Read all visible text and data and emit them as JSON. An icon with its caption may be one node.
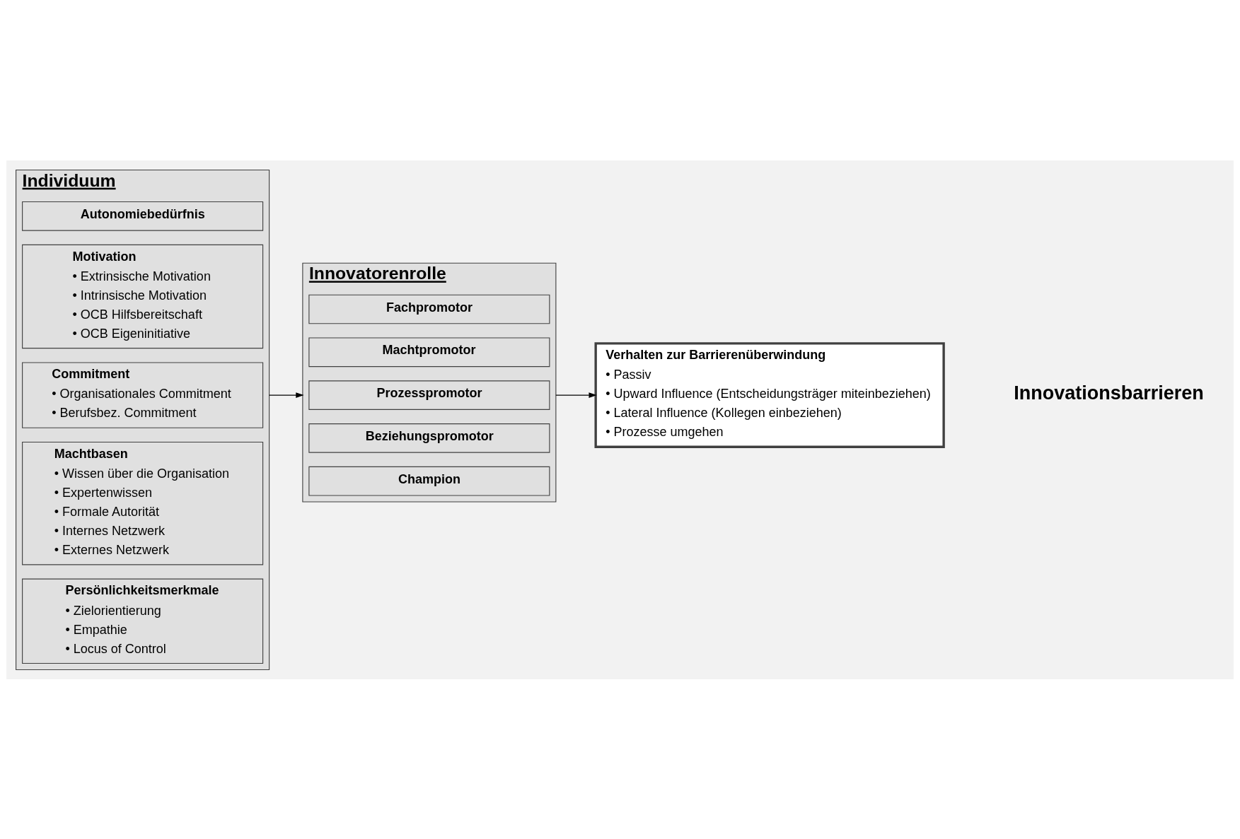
{
  "diagram": {
    "nodes": [
      {
        "text": [
          "Individuum"
        ]
      },
      {
        "text": [
          "Autonomiebedürfnis"
        ],
        "in": 0
      },
      {
        "text": [
          "Motivation",
          "• Extrinsische Motivation",
          "• Intrinsische Motivation",
          "• OCB Hilfsbereitschaft",
          "• OCB Eigeninitiative"
        ],
        "in": 0
      },
      {
        "text": [
          "Commitment",
          "• Organisationales Commitment",
          "• Berufsbez. Commitment"
        ],
        "in": 0
      },
      {
        "text": [
          "Machtbasen",
          "• Wissen über die Organisation",
          "• Expertenwissen",
          "• Formale Autorität",
          "• Internes Netzwerk",
          "• Externes Netzwerk"
        ],
        "in": 0
      },
      {
        "text": [
          "Persönlichkeitsmerkmale",
          "• Zielorientierung",
          "• Empathie",
          "• Locus of Control"
        ],
        "in": 0
      },
      {
        "text": [
          "Innovatorenrolle"
        ]
      },
      {
        "text": [
          "Fachpromotor"
        ],
        "in": 6
      },
      {
        "text": [
          "Machtpromotor"
        ],
        "in": 6
      },
      {
        "text": [
          "Prozesspromotor"
        ],
        "in": 6
      },
      {
        "text": [
          "Beziehungspromotor"
        ],
        "in": 6
      },
      {
        "text": [
          "Champion"
        ],
        "in": 6
      },
      {
        "text": [
          "Verhalten zur Barrierenüberwindung",
          "• Passiv",
          "• Upward Influence (Entscheidungsträger miteinbeziehen)",
          "• Lateral Influence (Kollegen einbeziehen)",
          "• Prozesse umgehen"
        ]
      }
    ],
    "edges": [
      {
        "from": 0,
        "to": 6,
        "arrow": "to"
      },
      {
        "from": 6,
        "to": 12,
        "arrow": "to"
      }
    ],
    "labels": [
      "Innovationsbarrieren"
    ]
  }
}
